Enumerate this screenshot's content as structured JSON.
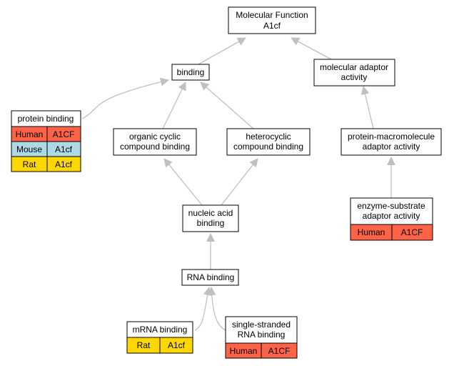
{
  "colors": {
    "human": "#ff6347",
    "mouse": "#add8e6",
    "rat": "#ffd700",
    "edge": "#c0c0c0",
    "box_border": "#000000"
  },
  "nodes": {
    "mf": {
      "line1": "Molecular Function",
      "line2": "A1cf"
    },
    "binding": {
      "line1": "binding"
    },
    "mol_adaptor": {
      "line1": "molecular adaptor",
      "line2": "activity"
    },
    "protein_binding": {
      "line1": "protein binding",
      "rows": [
        {
          "species": "Human",
          "gene": "A1CF",
          "color_key": "human"
        },
        {
          "species": "Mouse",
          "gene": "A1cf",
          "color_key": "mouse"
        },
        {
          "species": "Rat",
          "gene": "A1cf",
          "color_key": "rat"
        }
      ]
    },
    "organic_cyclic": {
      "line1": "organic cyclic",
      "line2": "compound binding"
    },
    "heterocyclic": {
      "line1": "heterocyclic",
      "line2": "compound binding"
    },
    "pm_adaptor": {
      "line1": "protein-macromolecule",
      "line2": "adaptor activity"
    },
    "enzyme_substrate": {
      "line1": "enzyme-substrate",
      "line2": "adaptor activity",
      "rows": [
        {
          "species": "Human",
          "gene": "A1CF",
          "color_key": "human"
        }
      ]
    },
    "nucleic_acid": {
      "line1": "nucleic acid",
      "line2": "binding"
    },
    "rna_binding": {
      "line1": "RNA binding"
    },
    "mrna_binding": {
      "line1": "mRNA binding",
      "rows": [
        {
          "species": "Rat",
          "gene": "A1cf",
          "color_key": "rat"
        }
      ]
    },
    "ss_rna": {
      "line1": "single-stranded",
      "line2": "RNA binding",
      "rows": [
        {
          "species": "Human",
          "gene": "A1CF",
          "color_key": "human"
        }
      ]
    }
  }
}
